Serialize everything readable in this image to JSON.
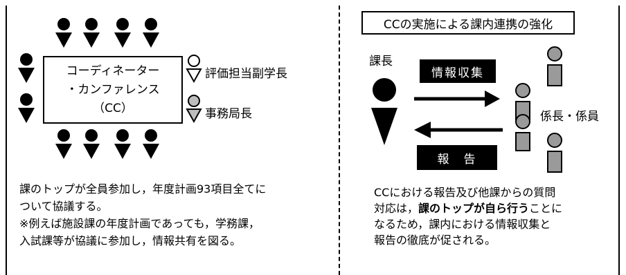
{
  "left_panel": {
    "cc_box_lines": [
      "コーディネーター",
      "・カンファレンス",
      "（CC）"
    ],
    "roles": {
      "vice_president": "評価担当副学長",
      "secretary_general": "事務局長"
    },
    "description": [
      "課のトップが全員参加し，年度計画93項目全てに",
      "ついて協議する。",
      "※例えば施設課の年度計画であっても，学務課，",
      "入試課等が協議に参加し，情報共有を図る。"
    ]
  },
  "right_panel": {
    "title": "CCの実施による課内連携の強化",
    "section_chief_label": "課長",
    "info_collection_label": "情報収集",
    "report_label": "報　告",
    "staff_label": "係長・係員",
    "description": {
      "line1": "CCにおける報告及び他課からの質問",
      "line2_pre": "対応は，",
      "line2_bold": "課のトップが自ら行う",
      "line2_post": "ことに",
      "line3": "なるため，課内における情報収集と",
      "line4": "報告の徹底が促される。"
    }
  },
  "colors": {
    "black": "#000000",
    "gray_person": "#9a9a9a",
    "light_gray_person": "#bdbdbd"
  }
}
